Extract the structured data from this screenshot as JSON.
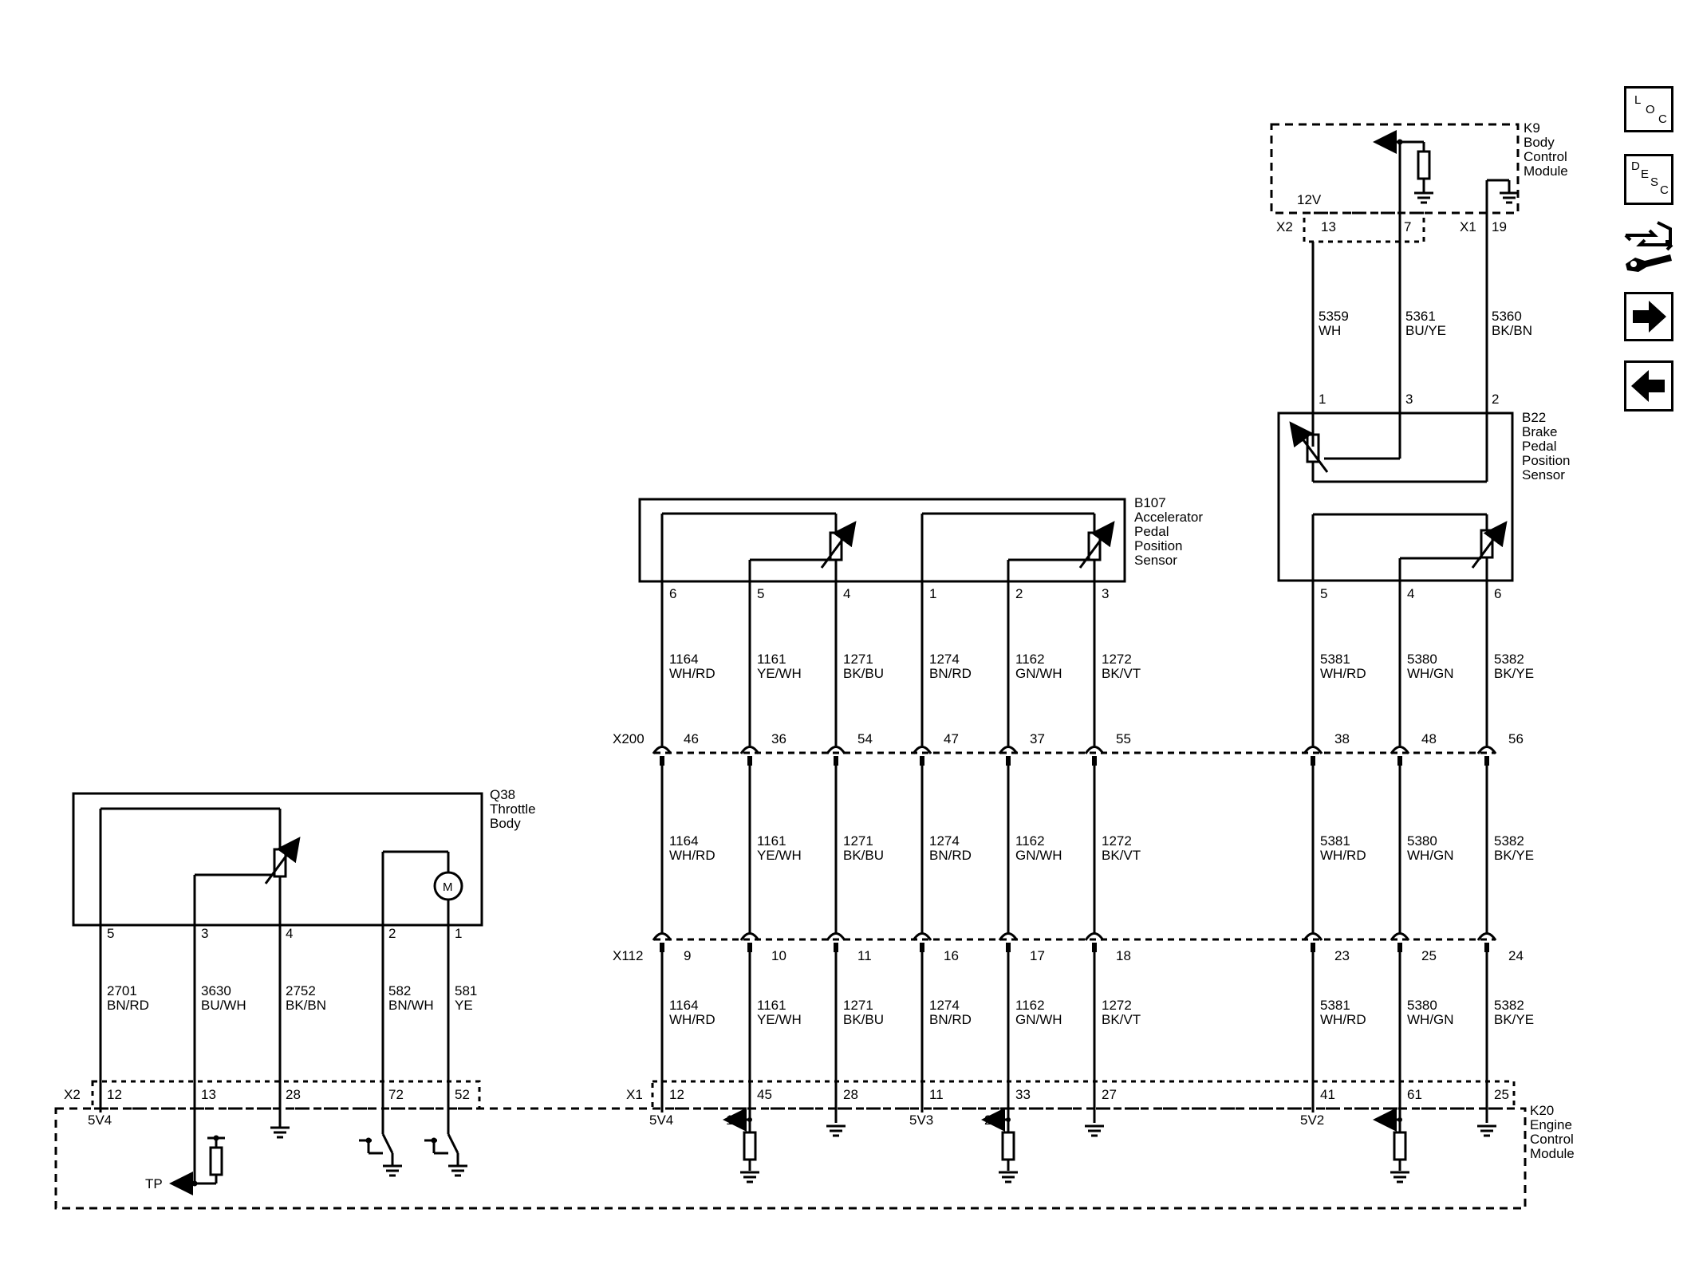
{
  "nav": {
    "loc": [
      "L",
      "O",
      "C"
    ],
    "desc": [
      "D",
      "E",
      "S",
      "C"
    ]
  },
  "components": {
    "k9": {
      "id": "K9",
      "lines": [
        "Body",
        "Control",
        "Module"
      ]
    },
    "b22": {
      "id": "B22",
      "lines": [
        "Brake",
        "Pedal",
        "Position",
        "Sensor"
      ]
    },
    "b107": {
      "id": "B107",
      "lines": [
        "Accelerator",
        "Pedal",
        "Position",
        "Sensor"
      ]
    },
    "q38": {
      "id": "Q38",
      "lines": [
        "Throttle",
        "Body"
      ]
    },
    "k20": {
      "id": "K20",
      "lines": [
        "Engine",
        "Control",
        "Module"
      ]
    }
  },
  "connectors": {
    "k9_x2": "X2",
    "k9_x1": "X1",
    "x200": "X200",
    "x112": "X112",
    "k20_x2": "X2",
    "k20_x1": "X1"
  },
  "k9_labels": {
    "pin13": "13",
    "pin7": "7",
    "pin19": "19",
    "v12": "12V"
  },
  "b22_pins_top": [
    "1",
    "3",
    "2"
  ],
  "b22_wires": [
    {
      "circuit": "5359",
      "color": "WH"
    },
    {
      "circuit": "5361",
      "color": "BU/YE"
    },
    {
      "circuit": "5360",
      "color": "BK/BN"
    }
  ],
  "columns": [
    {
      "comp_pin": "6",
      "circuit": "1164",
      "color": "WH/RD",
      "x200": "46",
      "x112": "9",
      "k20_pin": "12",
      "k20_label": "5V4"
    },
    {
      "comp_pin": "5",
      "circuit": "1161",
      "color": "YE/WH",
      "x200": "36",
      "x112": "10",
      "k20_pin": "45",
      "k20_label": "1"
    },
    {
      "comp_pin": "4",
      "circuit": "1271",
      "color": "BK/BU",
      "x200": "54",
      "x112": "11",
      "k20_pin": "28",
      "k20_label": ""
    },
    {
      "comp_pin": "1",
      "circuit": "1274",
      "color": "BN/RD",
      "x200": "47",
      "x112": "16",
      "k20_pin": "11",
      "k20_label": "5V3"
    },
    {
      "comp_pin": "2",
      "circuit": "1162",
      "color": "GN/WH",
      "x200": "37",
      "x112": "17",
      "k20_pin": "33",
      "k20_label": "2"
    },
    {
      "comp_pin": "3",
      "circuit": "1272",
      "color": "BK/VT",
      "x200": "55",
      "x112": "18",
      "k20_pin": "27",
      "k20_label": ""
    },
    {
      "comp_pin": "5",
      "circuit": "5381",
      "color": "WH/RD",
      "x200": "38",
      "x112": "23",
      "k20_pin": "41",
      "k20_label": "5V2"
    },
    {
      "comp_pin": "4",
      "circuit": "5380",
      "color": "WH/GN",
      "x200": "48",
      "x112": "25",
      "k20_pin": "61",
      "k20_label": ""
    },
    {
      "comp_pin": "6",
      "circuit": "5382",
      "color": "BK/YE",
      "x200": "56",
      "x112": "24",
      "k20_pin": "25",
      "k20_label": ""
    }
  ],
  "q38_columns": [
    {
      "comp_pin": "5",
      "circuit": "2701",
      "color": "BN/RD",
      "k20_pin": "12",
      "k20_label": "5V4"
    },
    {
      "comp_pin": "3",
      "circuit": "3630",
      "color": "BU/WH",
      "k20_pin": "13",
      "k20_label": "TP"
    },
    {
      "comp_pin": "4",
      "circuit": "2752",
      "color": "BK/BN",
      "k20_pin": "28",
      "k20_label": ""
    },
    {
      "comp_pin": "2",
      "circuit": "582",
      "color": "BN/WH",
      "k20_pin": "72",
      "k20_label": ""
    },
    {
      "comp_pin": "1",
      "circuit": "581",
      "color": "YE",
      "k20_pin": "52",
      "k20_label": ""
    }
  ],
  "motor_symbol": "M"
}
